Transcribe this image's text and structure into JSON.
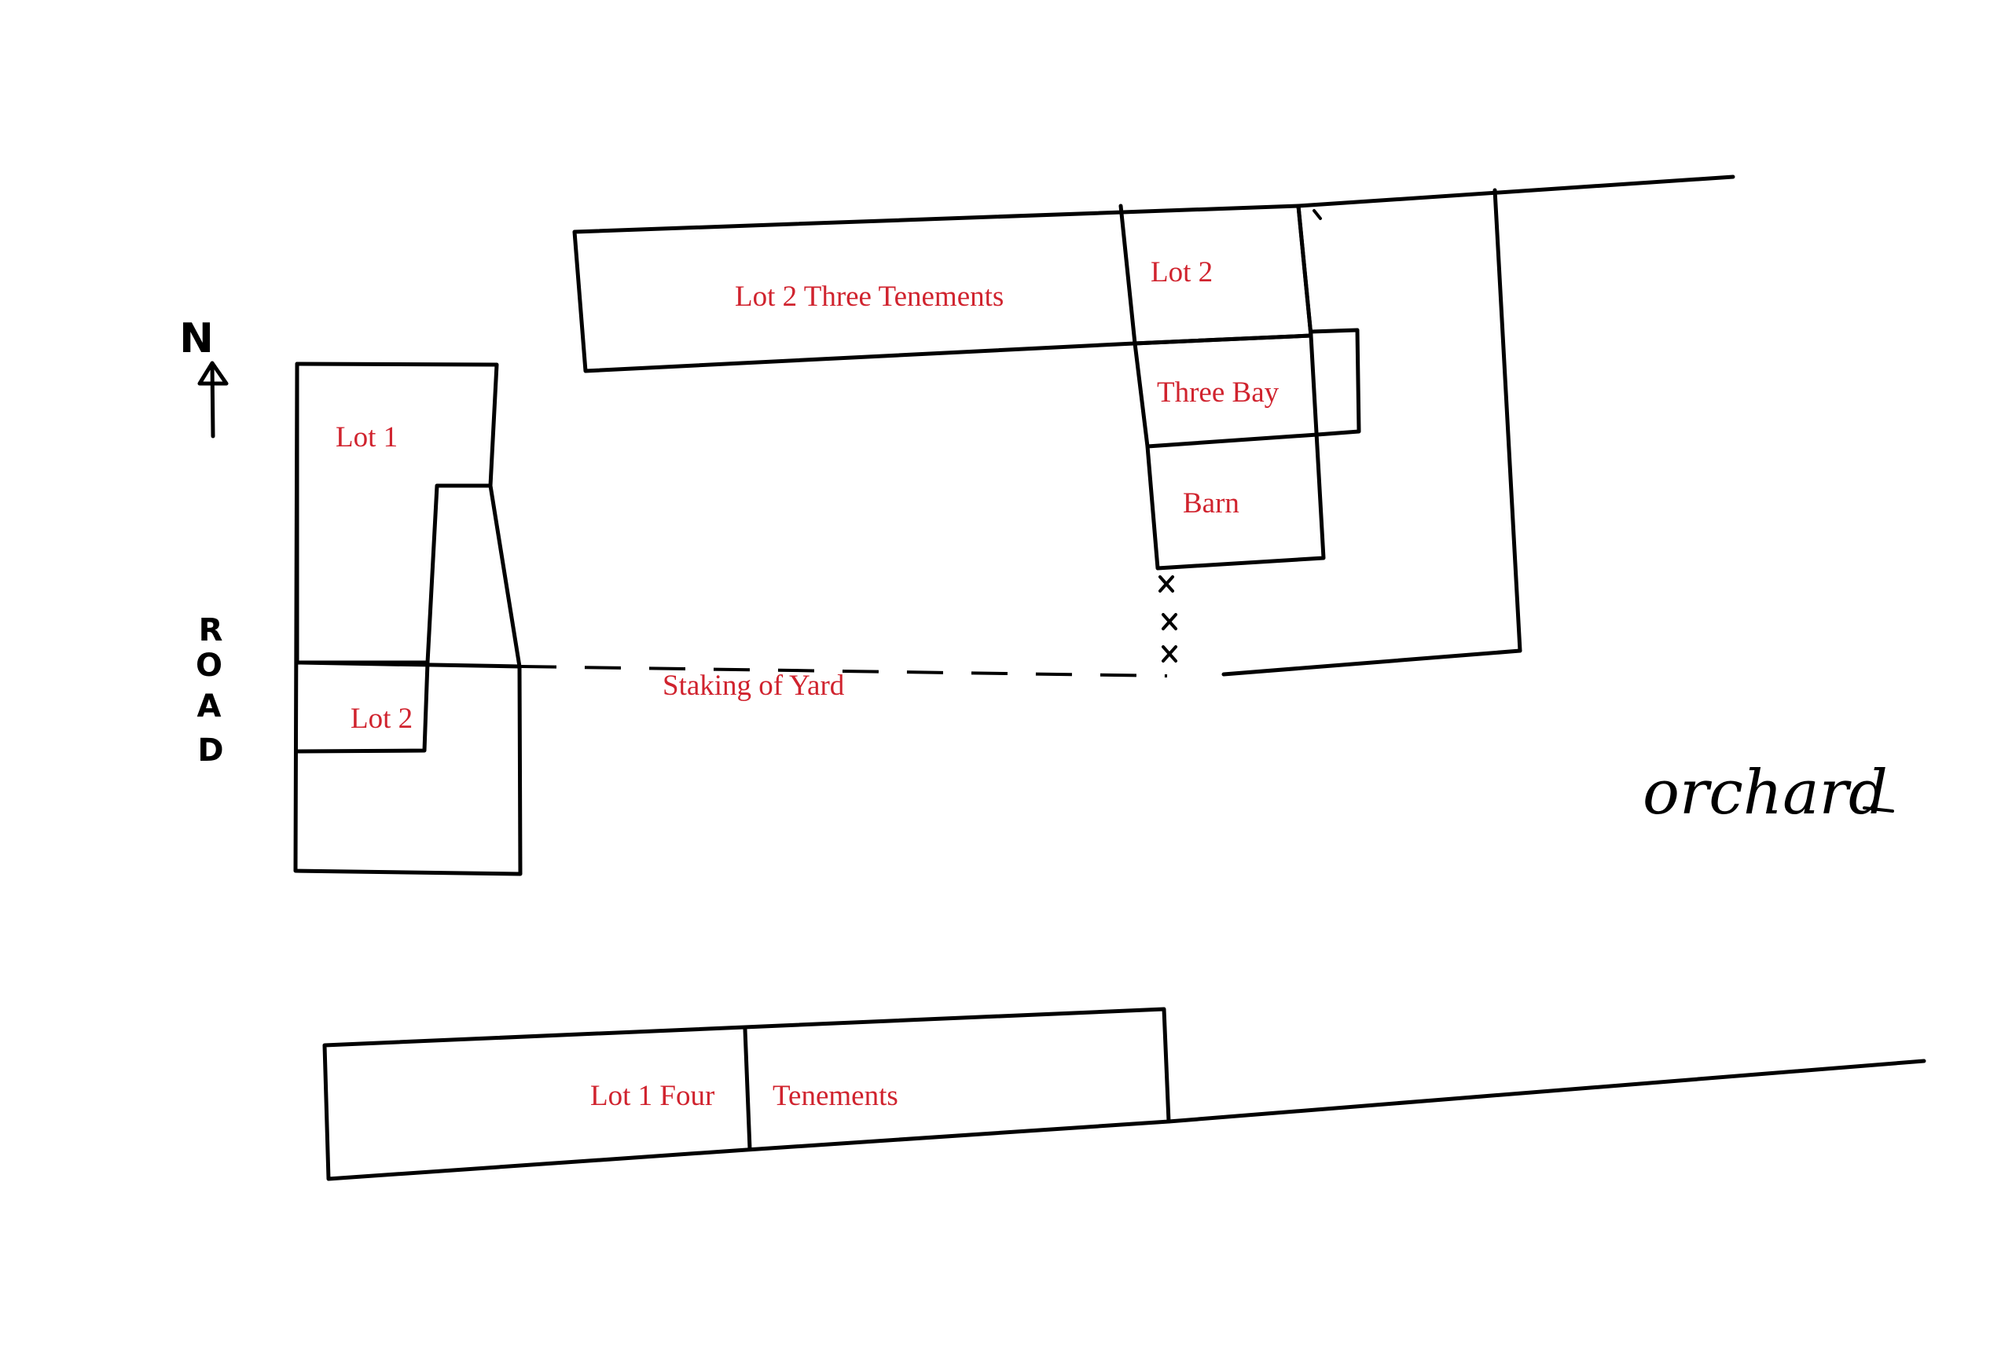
{
  "labels": {
    "lot1_top": "Lot 1",
    "lot2_left": "Lot 2",
    "lot2_three_tenements": "Lot 2 Three Tenements",
    "lot2_right": "Lot 2",
    "three_bay": "Three Bay",
    "barn": "Barn",
    "staking_of_yard": "Staking of Yard",
    "lot1_four": "Lot 1 Four",
    "tenements": "Tenements",
    "orchard": "orchard"
  },
  "compass": {
    "letter": "N"
  },
  "road": {
    "letters": [
      "R",
      "O",
      "A",
      "D"
    ]
  },
  "colors": {
    "ink": "#000000",
    "label": "#d0232e",
    "background": "#ffffff"
  }
}
